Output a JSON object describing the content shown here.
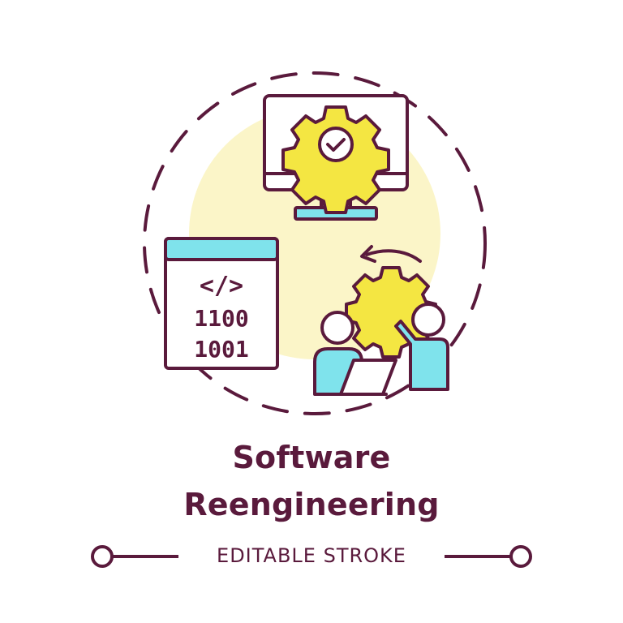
{
  "title": {
    "line1": "Software",
    "line2": "Reengineering"
  },
  "footer": {
    "label": "EDITABLE STROKE"
  },
  "code_window": {
    "tag": "</>",
    "binary_row1": "1100",
    "binary_row2": "1001"
  },
  "icons": {
    "monitor": "monitor-gear-check-icon",
    "code_window": "code-window-icon",
    "team": "team-gear-icon",
    "refresh_arrow": "refresh-arrow-icon"
  },
  "colors": {
    "stroke": "#5a1a3c",
    "cyan": "#7fe3ec",
    "yellow": "#f4e642",
    "pale_yellow": "#fbf5c8",
    "text": "#5a1a3c",
    "background": "#ffffff"
  }
}
